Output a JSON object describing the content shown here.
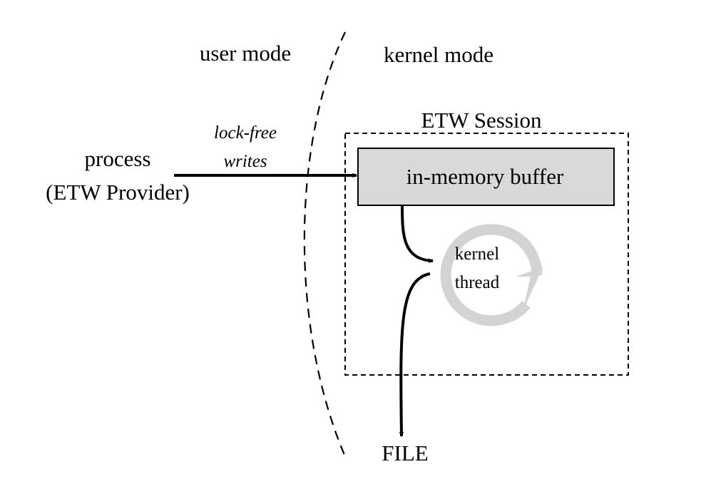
{
  "labels": {
    "user_mode": "user mode",
    "kernel_mode": "kernel mode",
    "process_line1": "process",
    "process_line2": "(ETW Provider)",
    "writes_line1": "lock-free",
    "writes_line2": "writes",
    "session_title": "ETW Session",
    "buffer": "in-memory buffer",
    "thread_line1": "kernel",
    "thread_line2": "thread",
    "file": "FILE"
  },
  "colors": {
    "ink": "#000000",
    "buffer_fill": "#d9d9d9",
    "thread_ring": "#d3d3d3",
    "background": "#ffffff"
  },
  "icons": {
    "thread_loop": "circular-arrow-icon"
  }
}
